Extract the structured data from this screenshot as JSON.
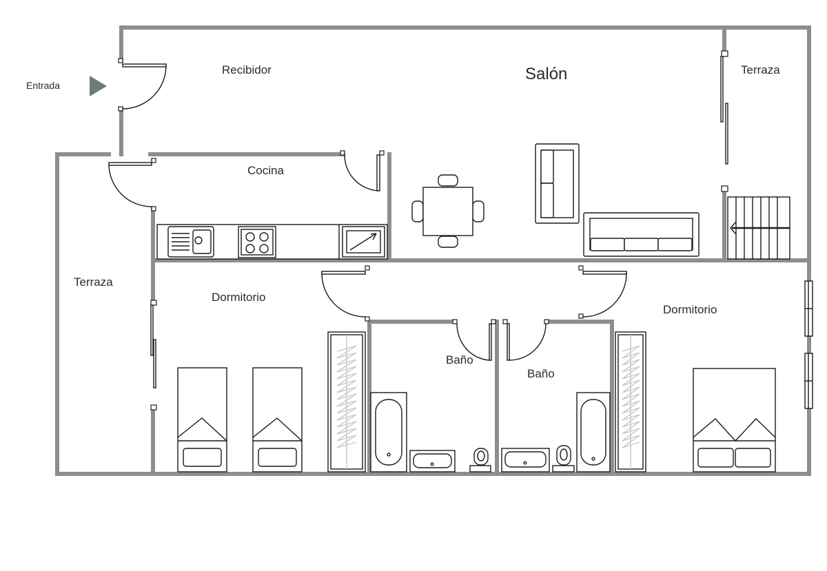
{
  "labels": {
    "entrada": "Entrada",
    "recibidor": "Recibidor",
    "salon": "Salón",
    "terraza_top": "Terraza",
    "cocina": "Cocina",
    "terraza_left": "Terraza",
    "dormitorio_left": "Dormitorio",
    "bano_left": "Baño",
    "bano_right": "Baño",
    "dormitorio_right": "Dormitorio"
  },
  "colors": {
    "walls": "#8e8e8e",
    "lines": "#1a1a1a",
    "entry_arrow": "#6d7b7b",
    "background": "#ffffff"
  },
  "icons": {
    "entry": "triangle-arrow-icon",
    "stairs_arrow": "left-arrow-icon"
  }
}
